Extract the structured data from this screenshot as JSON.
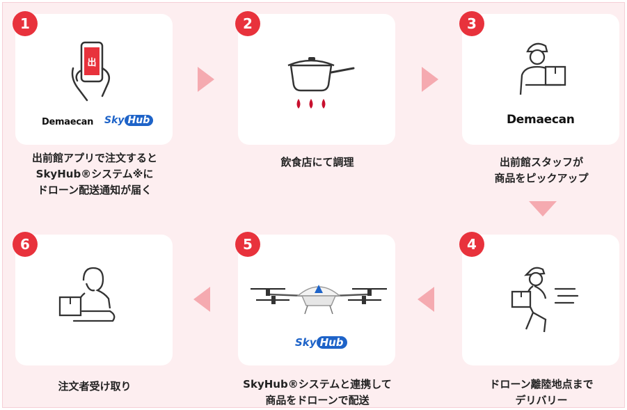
{
  "steps": [
    {
      "num": "1",
      "caption_lines": [
        "出前館アプリで注文すると",
        "SkyHub®システム※に",
        "ドローン配送通知が届く"
      ]
    },
    {
      "num": "2",
      "caption_lines": [
        "飲食店にて調理"
      ]
    },
    {
      "num": "3",
      "caption_lines": [
        "出前館スタッフが",
        "商品をピックアップ"
      ]
    },
    {
      "num": "4",
      "caption_lines": [
        "ドローン離陸地点まで",
        "デリバリー"
      ]
    },
    {
      "num": "5",
      "caption_lines": [
        "SkyHub®システムと連携して",
        "商品をドローンで配送"
      ]
    },
    {
      "num": "6",
      "caption_lines": [
        "注文者受け取り"
      ]
    }
  ],
  "logos": {
    "demaecan": "Demaecan",
    "skyhub_sky": "Sky",
    "skyhub_hub": "Hub"
  },
  "colors": {
    "accent": "#e8323c",
    "arrow": "#f5aab0",
    "background": "#fdeef0",
    "skyhub_blue": "#1e63c8"
  },
  "icons": [
    "smartphone-hand-icon",
    "frying-pan-flame-icon",
    "courier-box-icon",
    "running-courier-icon",
    "drone-icon",
    "person-receiving-box-icon"
  ]
}
